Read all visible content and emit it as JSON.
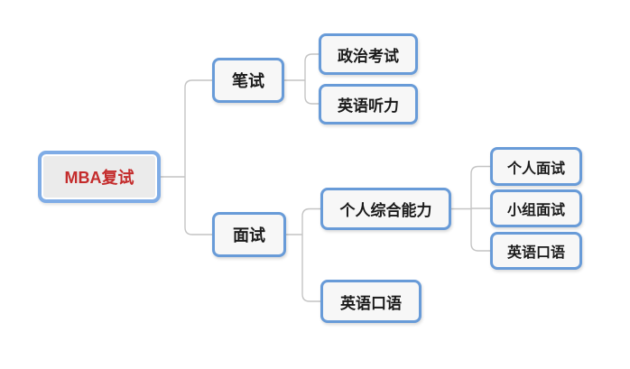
{
  "mindmap": {
    "type": "mindmap",
    "root": {
      "label": "MBA复试"
    },
    "branches": [
      {
        "label": "笔试",
        "children": [
          {
            "label": "政治考试"
          },
          {
            "label": "英语听力"
          }
        ]
      },
      {
        "label": "面试",
        "children": [
          {
            "label": "个人综合能力",
            "children": [
              {
                "label": "个人面试"
              },
              {
                "label": "小组面试"
              },
              {
                "label": "英语口语"
              }
            ]
          },
          {
            "label": "英语口语"
          }
        ]
      }
    ],
    "colors": {
      "canvas_bg": "#ffffff",
      "root_border": "#7face6",
      "root_fill": "#ebebeb",
      "root_text": "#c42b2b",
      "node_border": "#689bd8",
      "node_fill": "#f7f7f7",
      "node_text": "#1a1a1a",
      "connector": "#c4c4c4"
    }
  }
}
